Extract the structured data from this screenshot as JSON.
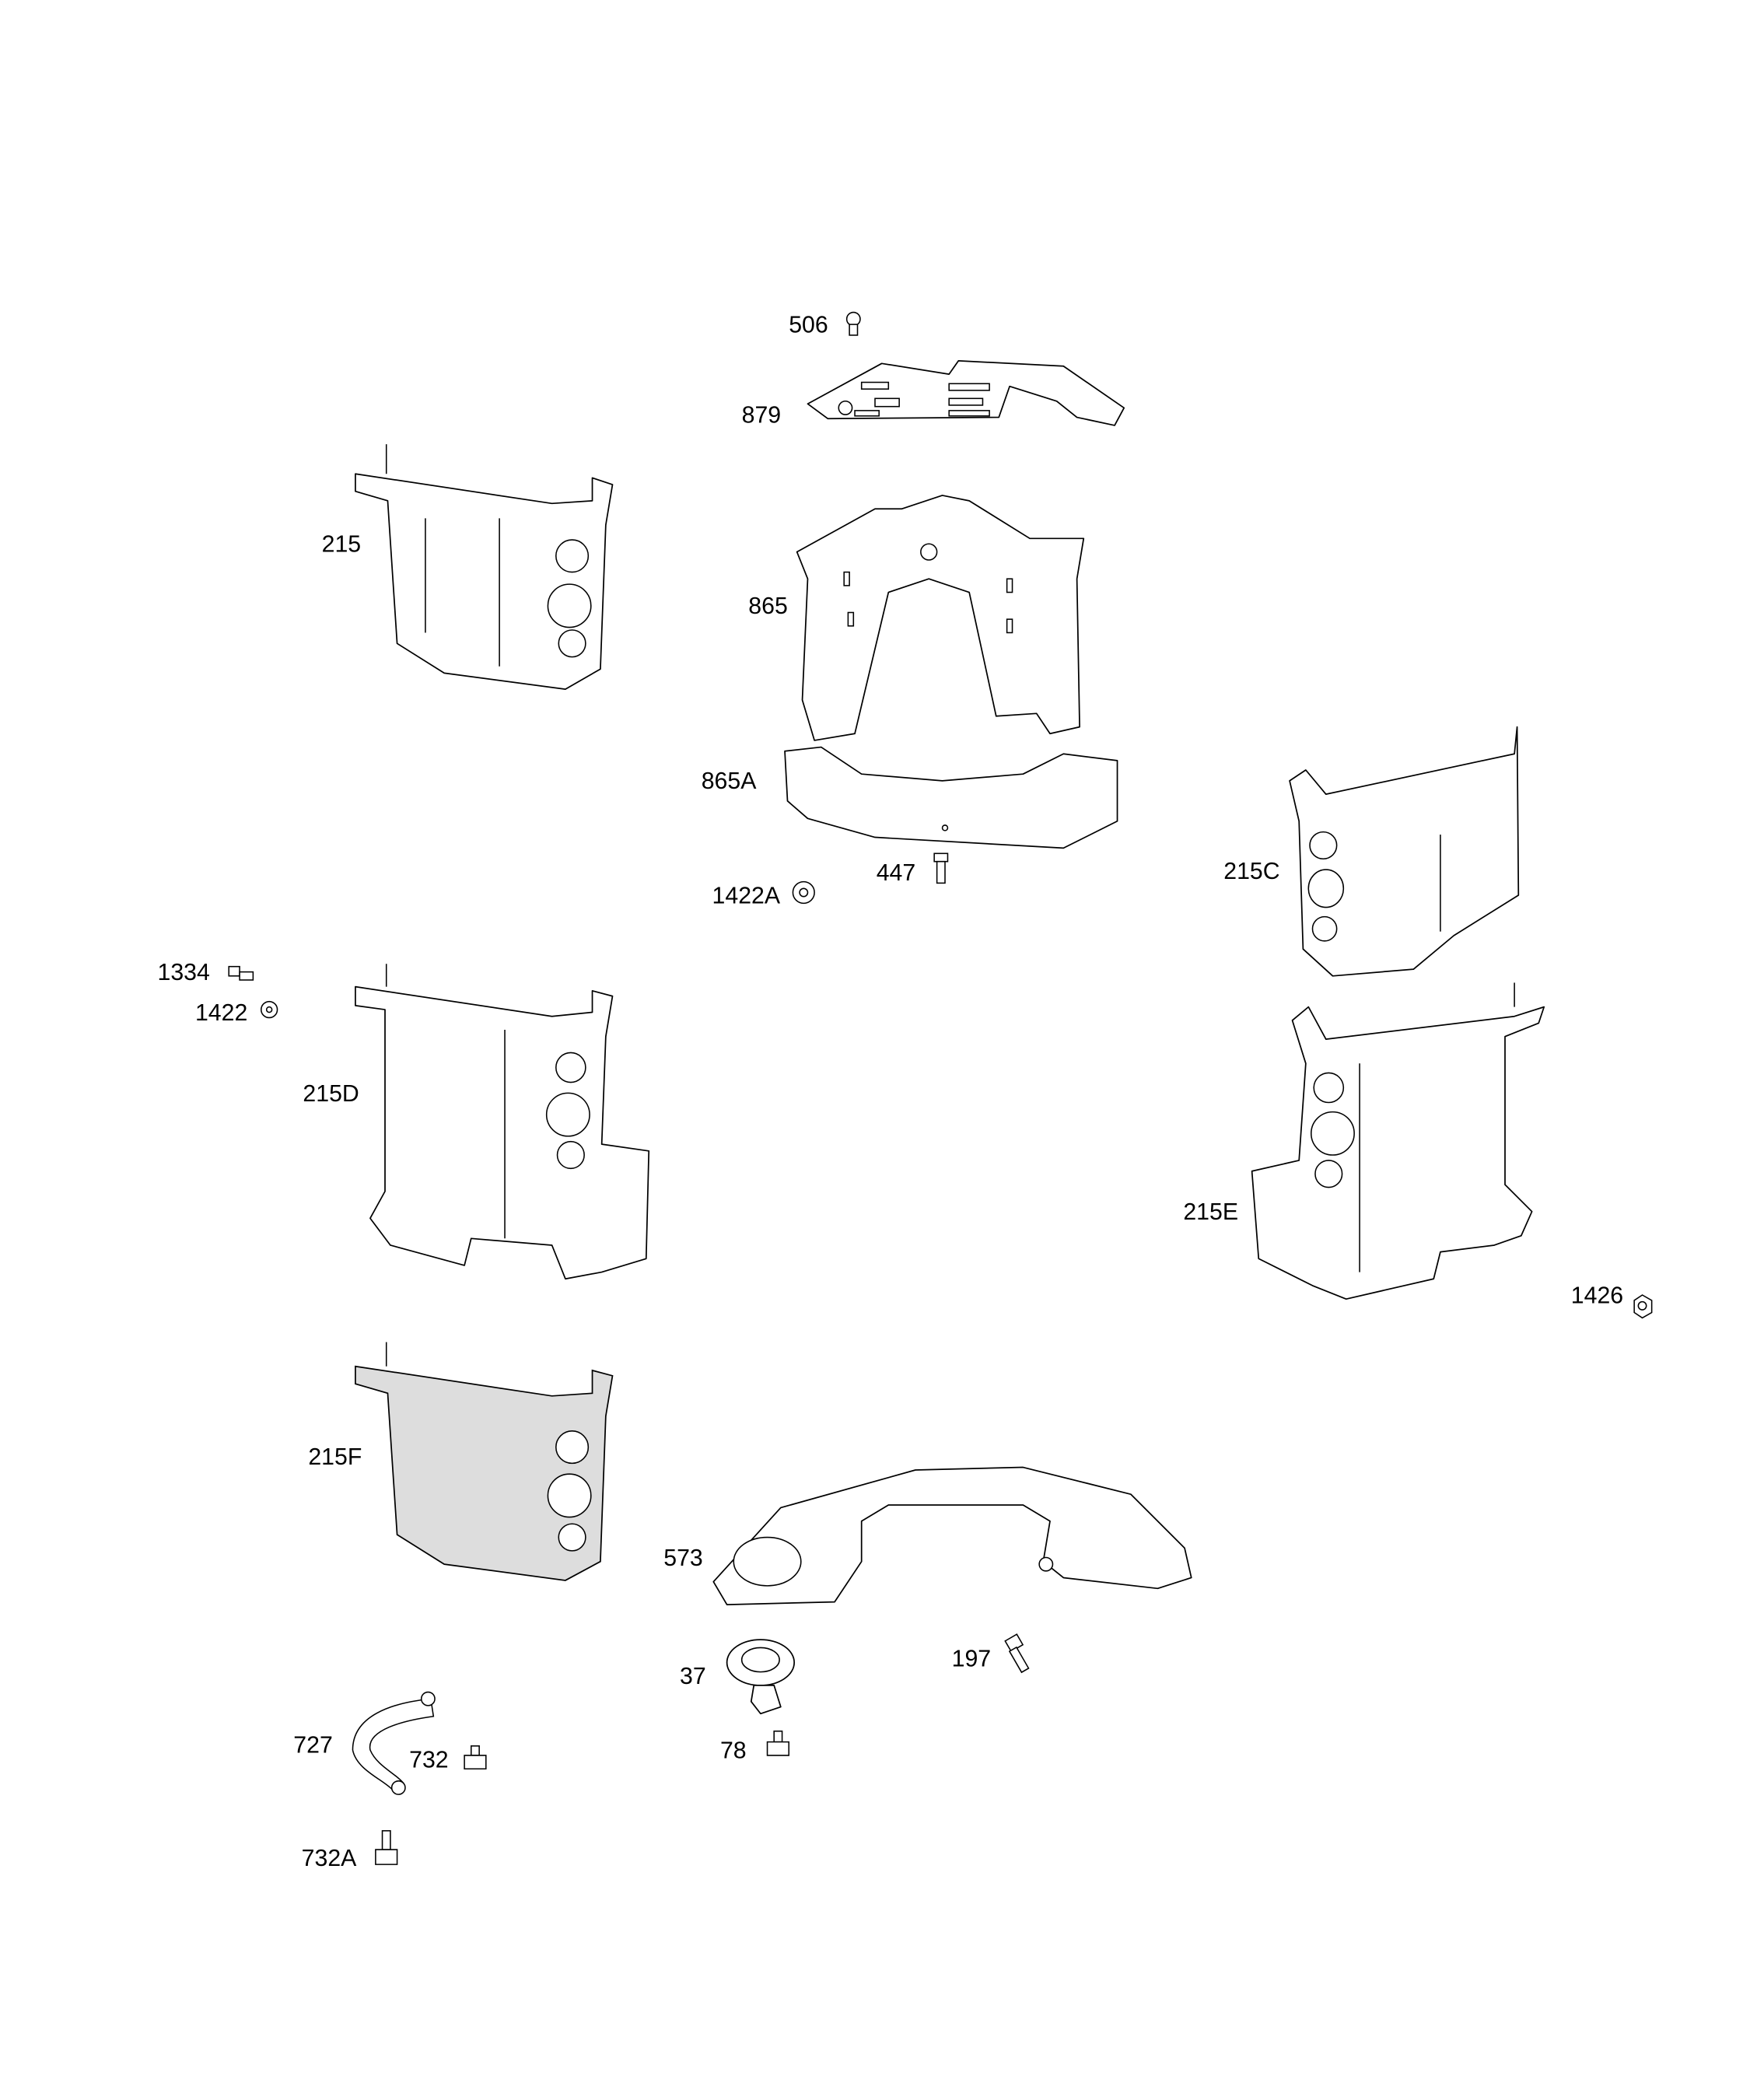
{
  "diagram": {
    "type": "exploded parts diagram",
    "labels": {
      "p506": "506",
      "p879": "879",
      "p215": "215",
      "p865": "865",
      "p865A": "865A",
      "p1422A": "1422A",
      "p447": "447",
      "p215C": "215C",
      "p1334": "1334",
      "p1422": "1422",
      "p215D": "215D",
      "p215E": "215E",
      "p1426": "1426",
      "p215F": "215F",
      "p573": "573",
      "p37": "37",
      "p197": "197",
      "p727": "727",
      "p732": "732",
      "p78": "78",
      "p732A": "732A"
    }
  }
}
